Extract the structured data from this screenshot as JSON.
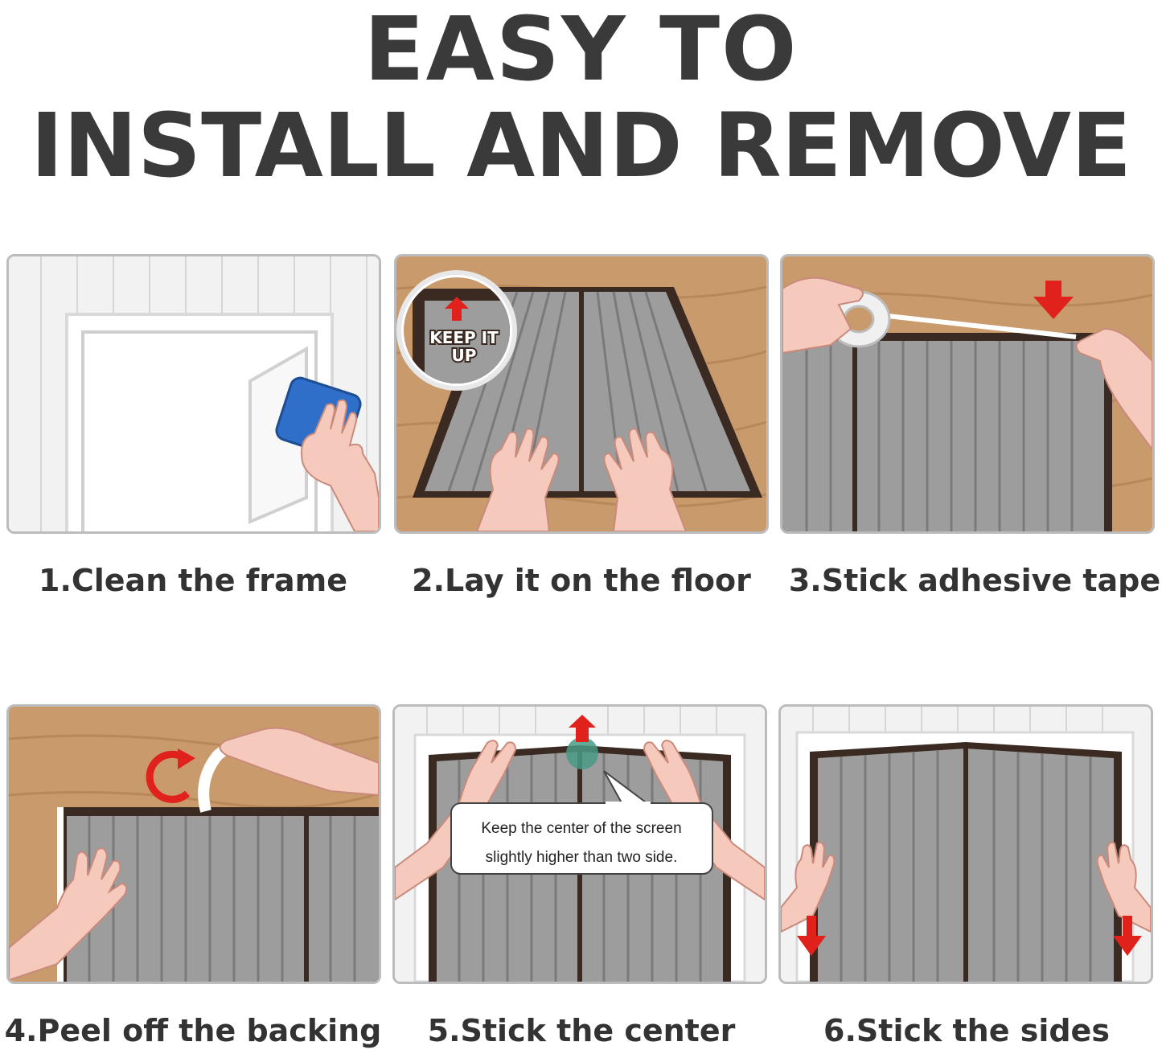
{
  "title": {
    "line1": "EASY TO",
    "line2": "INSTALL AND REMOVE"
  },
  "steps": [
    {
      "caption": "1.Clean the frame"
    },
    {
      "caption": "2.Lay it on the floor",
      "badge_line1": "KEEP IT",
      "badge_line2": "UP"
    },
    {
      "caption": "3.Stick adhesive tape"
    },
    {
      "caption": "4.Peel off the backing"
    },
    {
      "caption": "5.Stick the center",
      "bubble_line1": "Keep the center of the screen",
      "bubble_line2": "slightly higher than two side."
    },
    {
      "caption": "6.Stick the sides"
    }
  ],
  "colors": {
    "wood": "#c99a6b",
    "wood_grain": "#b98858",
    "screen_gray": "#9d9d9d",
    "screen_line": "#7a7a7a",
    "frame_dark": "#3a2a22",
    "skin": "#f6c9bd",
    "arrow_red": "#e0211c",
    "sponge_blue": "#2f6fc9",
    "panel_border": "#bcbcbc"
  }
}
